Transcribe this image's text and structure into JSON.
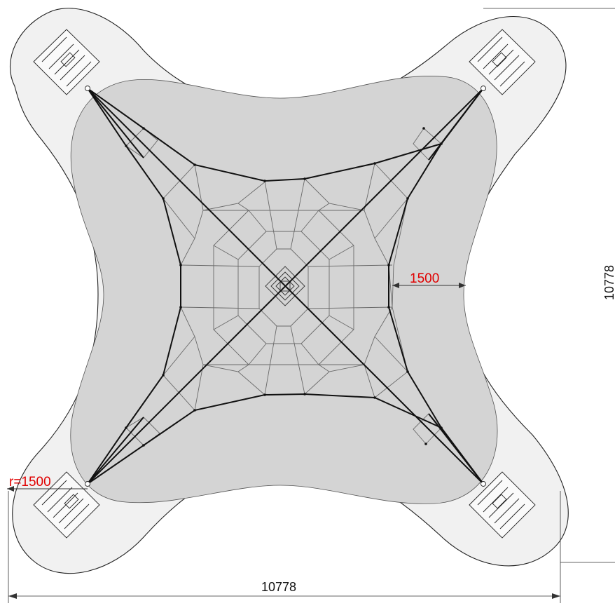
{
  "dimensions": {
    "width_label": "10778",
    "height_label": "10778",
    "clearance_label": "1500",
    "radius_label": "r=1500"
  },
  "colors": {
    "outer_zone": "#f1f1f1",
    "inner_zone": "#d4d4d4",
    "net_line": "#6a6a6a",
    "cable_line": "#111111",
    "dimension_line": "#333333",
    "accent_text": "#e00000",
    "dimension_text": "#111111"
  }
}
